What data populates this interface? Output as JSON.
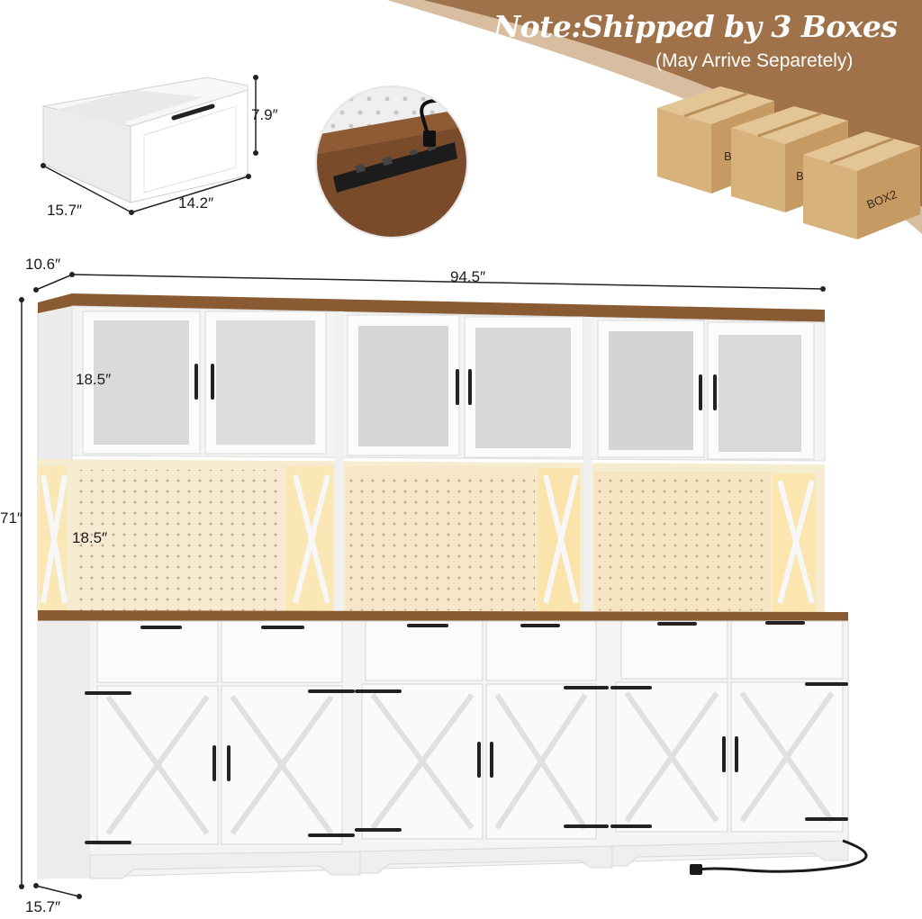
{
  "note": {
    "title": "Note:Shipped by 3 Boxes",
    "subtitle": "(May Arrive Separetely)"
  },
  "boxes": {
    "labels": [
      "B",
      "B",
      "BOX2"
    ]
  },
  "drawer_dims": {
    "height": "7.9″",
    "depth": "15.7″",
    "width": "14.2″"
  },
  "cabinet_dims": {
    "top_depth": "10.6″",
    "total_width": "94.5″",
    "total_height": "71″",
    "upper_cabinet_height": "18.5″",
    "pegboard_height": "18.5″",
    "base_depth": "15.7″"
  },
  "colors": {
    "banner_brown": "#a0724a",
    "banner_light": "#d8bda0",
    "wood": "#8a5a33",
    "cabinet_white": "#f4f4f2",
    "led_glow": "#f3e3b8",
    "hardware_black": "#222222"
  }
}
